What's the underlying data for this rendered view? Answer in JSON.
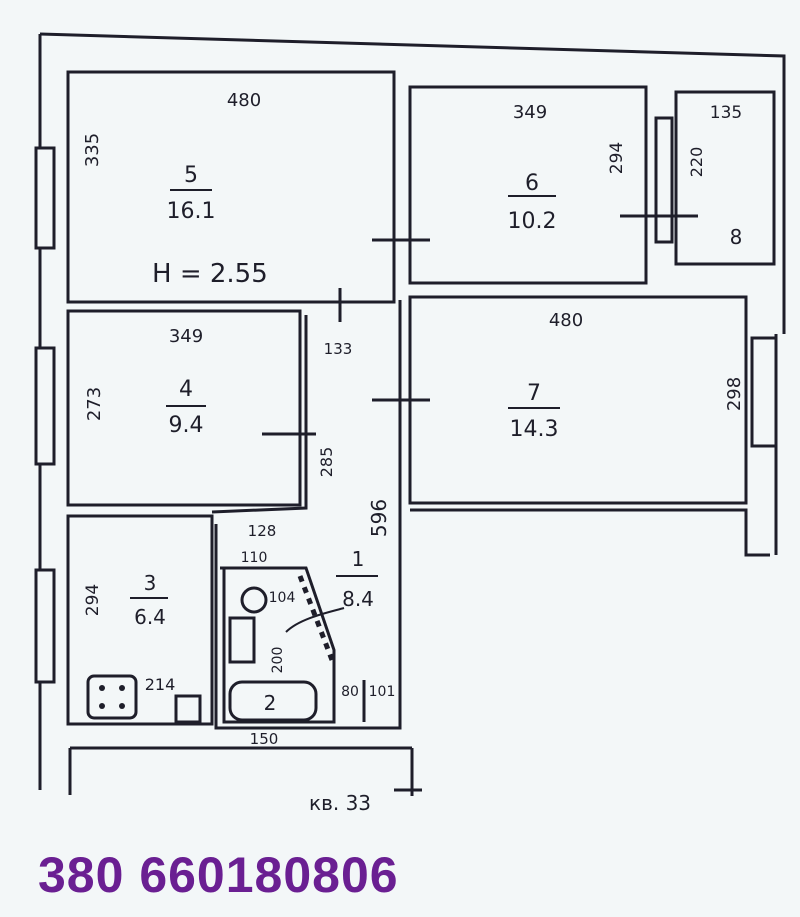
{
  "plan": {
    "ceiling_height": "H = 2.55",
    "rooms": [
      {
        "id": "room-5",
        "number": "5",
        "area": "16.1",
        "width": "480",
        "height": "335"
      },
      {
        "id": "room-6",
        "number": "6",
        "area": "10.2",
        "width": "349",
        "height": "294"
      },
      {
        "id": "room-8",
        "number": "8",
        "width": "135",
        "height": "220"
      },
      {
        "id": "room-4",
        "number": "4",
        "area": "9.4",
        "width": "349",
        "height": "273"
      },
      {
        "id": "room-7",
        "number": "7",
        "area": "14.3",
        "width": "480",
        "height": "298"
      },
      {
        "id": "room-3",
        "number": "3",
        "area": "6.4",
        "height": "294"
      },
      {
        "id": "room-1",
        "number": "1",
        "area": "8.4"
      },
      {
        "id": "room-2",
        "number": "2"
      }
    ],
    "dimensions": {
      "corridor_top": "133",
      "corridor_side": "285",
      "hall_long": "596",
      "bath_width": "128",
      "bath_inner": "110",
      "bath_depth": "200",
      "kitchen_part": "214",
      "bottom_width": "150",
      "wc_left": "80",
      "wc_right": "101",
      "bath_small": "104"
    },
    "apartment_label": "кв. 33"
  },
  "contact": {
    "phone": "380 660180806"
  },
  "colors": {
    "ink": "#1e1e2a",
    "paper": "#f3f7f8",
    "phone": "#6a1f92"
  }
}
